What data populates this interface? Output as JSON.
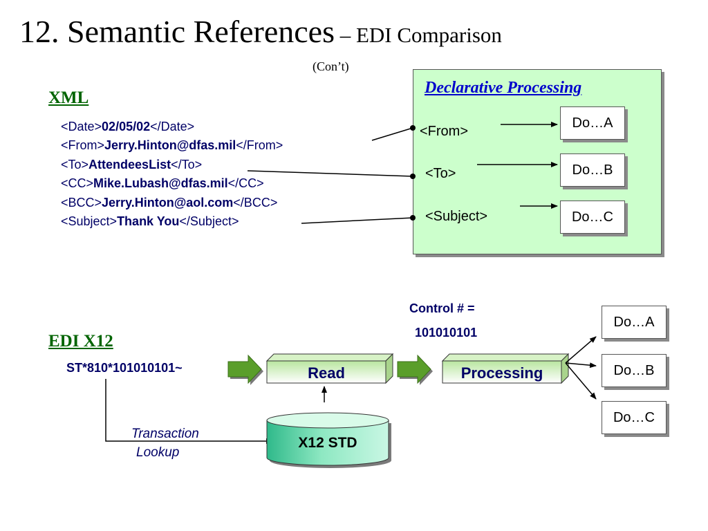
{
  "title": {
    "main": "12. Semantic References",
    "sub": " – EDI Comparison"
  },
  "cont": "(Con’t)",
  "xml": {
    "heading": "XML",
    "lines": [
      {
        "open": "<Date>",
        "value": "02/05/02",
        "close": "</Date>"
      },
      {
        "open": "<From>",
        "value": "Jerry.Hinton@dfas.mil",
        "close": "</From>"
      },
      {
        "open": "<To>",
        "value": "AttendeesList",
        "close": "</To>"
      },
      {
        "open": "<CC>",
        "value": "Mike.Lubash@dfas.mil",
        "close": "</CC>"
      },
      {
        "open": "<BCC>",
        "value": "Jerry.Hinton@aol.com",
        "close": "</BCC>"
      },
      {
        "open": "<Subject>",
        "value": "Thank You",
        "close": "</Subject>"
      }
    ]
  },
  "declarative": {
    "title": "Declarative Processing",
    "fields": [
      "<From>",
      "<To>",
      "<Subject>"
    ],
    "actions": [
      "Do…A",
      "Do…B",
      "Do…C"
    ]
  },
  "edi": {
    "heading": "EDI X12",
    "segment": "ST*810*101010101~",
    "control_label": "Control # =",
    "control_value": "101010101",
    "read_label": "Read",
    "processing_label": "Processing",
    "lookup_label": [
      "Transaction",
      "Lookup"
    ],
    "std_label": "X12 STD",
    "actions": [
      "Do…A",
      "Do…B",
      "Do…C"
    ]
  },
  "colors": {
    "panel_bg": "#ccffcc",
    "arrow_green": "#5a9e2a",
    "link_blue": "#0000cc",
    "heading_green": "#006400"
  }
}
